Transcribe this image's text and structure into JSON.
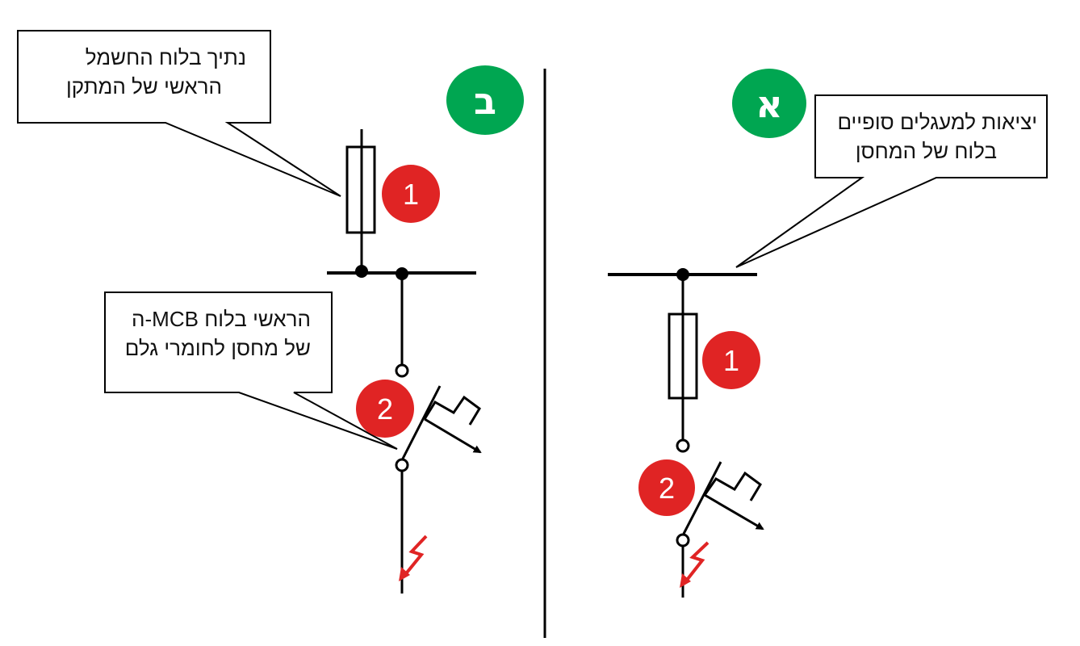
{
  "panels": {
    "right": {
      "label": "א",
      "callout_line1": "יציאות למעגלים סופיים",
      "callout_line2": "בלוח של המחסן",
      "marker_fuse": "1",
      "marker_breaker": "2"
    },
    "left": {
      "label": "ב",
      "callout_top_line1": "נתיך בלוח החשמל",
      "callout_top_line2": "הראשי של המתקן",
      "callout_mcb_line1": "ה-MCB הראשי בלוח",
      "callout_mcb_line2": "של מחסן לחומרי גלם",
      "marker_fuse": "1",
      "marker_breaker": "2"
    }
  },
  "colors": {
    "panel_label_bg": "#00a651",
    "marker_bg": "#e02424",
    "fault_arrow": "#e02424",
    "line": "#000000"
  },
  "icons": {
    "fuse": "fuse-symbol",
    "breaker": "circuit-breaker-symbol",
    "fault": "lightning-fault-icon"
  }
}
